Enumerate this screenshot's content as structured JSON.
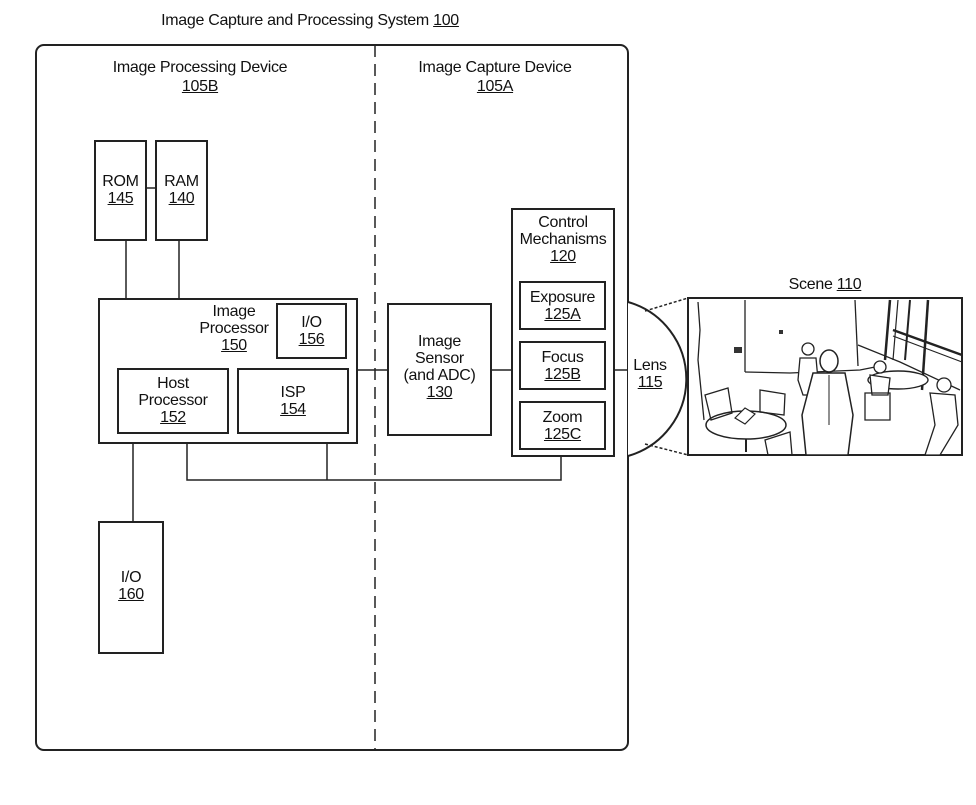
{
  "system": {
    "title": "Image Capture and Processing System",
    "number": "100"
  },
  "processing_device": {
    "title": "Image Processing Device",
    "number": "105B"
  },
  "capture_device": {
    "title": "Image Capture Device",
    "number": "105A"
  },
  "rom": {
    "title": "ROM",
    "number": "145"
  },
  "ram": {
    "title": "RAM",
    "number": "140"
  },
  "image_processor": {
    "title_line1": "Image",
    "title_line2": "Processor",
    "number": "150"
  },
  "io_156": {
    "title": "I/O",
    "number": "156"
  },
  "host_processor": {
    "title_line1": "Host",
    "title_line2": "Processor",
    "number": "152"
  },
  "isp": {
    "title": "ISP",
    "number": "154"
  },
  "image_sensor": {
    "title_line1": "Image",
    "title_line2": "Sensor",
    "title_line3": "(and ADC)",
    "number": "130"
  },
  "control_mechanisms": {
    "title_line1": "Control",
    "title_line2": "Mechanisms",
    "number": "120"
  },
  "exposure": {
    "title": "Exposure",
    "number": "125A"
  },
  "focus": {
    "title": "Focus",
    "number": "125B"
  },
  "zoom": {
    "title": "Zoom",
    "number": "125C"
  },
  "lens": {
    "title": "Lens",
    "number": "115"
  },
  "scene": {
    "title": "Scene",
    "number": "110"
  },
  "io_160": {
    "title": "I/O",
    "number": "160"
  }
}
